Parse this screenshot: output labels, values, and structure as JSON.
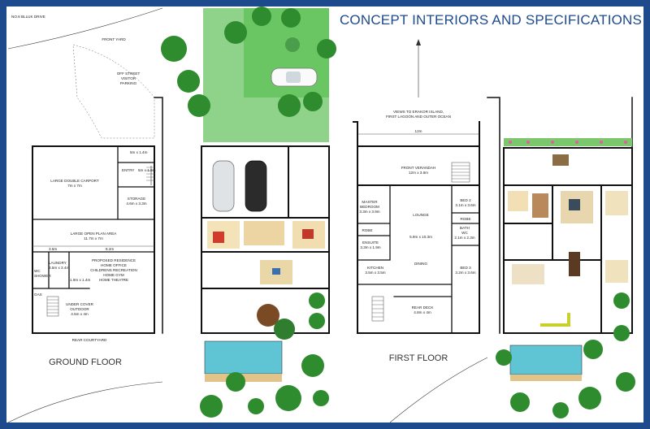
{
  "title": "CONCEPT INTERIORS AND SPECIFICATIONS",
  "address": "NO.8 BLLUK DRIVE",
  "ground": {
    "caption": "GROUND FLOOR",
    "front_yard": "FRONT YARD",
    "parking": [
      "OFF STREET",
      "VISITOR",
      "PARKING"
    ],
    "carport_dim": "5m x 1.4m",
    "entry": "ENTRY",
    "entry_dim": "5m x 1.9m",
    "carport": [
      "LARGE DOUBLE CARPORT",
      "7m x 7m"
    ],
    "storage": [
      "STORAGE",
      "4.6m x 3.3m"
    ],
    "open_plan": [
      "LARGE OPEN PLAN AREA",
      "11.7m x 7m"
    ],
    "dim_35": "3.5m",
    "dim_82": "8.2m",
    "laundry": [
      "LAUNDRY",
      "3.5m x 3.4m"
    ],
    "residence": [
      "PROPOSED RESIDENCE",
      "HOME OFFICE",
      "CHILDRENS RECREATION",
      "HOME GYM",
      "HOME THEATRE"
    ],
    "wc_shower": [
      "WC",
      "SHOWER"
    ],
    "wc_dim": "1.9m x 1.4m",
    "gas": "GAS",
    "undercover": [
      "UNDER COVER",
      "OUTDOOR",
      "4.5m x 4m"
    ],
    "rear_courtyard": "REAR COURTYARD"
  },
  "first": {
    "caption": "FIRST FLOOR",
    "views": [
      "VIEWS TO ERAKOR ISLAND,",
      "FIRST LAGOON AND OUTER OCEAN"
    ],
    "width_dim": "12m",
    "verandah": [
      "FRONT VERANDAH",
      "12m x 3.6m"
    ],
    "master": [
      "MASTER",
      "BEDROOM",
      "3.3m x 3.9m"
    ],
    "lounge": "LOUNGE",
    "lounge_dim": "5.9m x 10.3m",
    "dining": "DINING",
    "bed2": [
      "BED 2",
      "3.1m x 3.6m"
    ],
    "robe": "ROBE",
    "ensuite": [
      "ENSUITE",
      "3.3m x 1.9m"
    ],
    "bath": [
      "BATH",
      "WC",
      "2.1m x 2.3m"
    ],
    "kitchen": [
      "KITCHEN",
      "3.5m x 3.5m"
    ],
    "bed3": [
      "BED 3",
      "3.2m x 3.6m"
    ],
    "rear_deck": [
      "REAR DECK",
      "4.8m x 4m"
    ]
  }
}
